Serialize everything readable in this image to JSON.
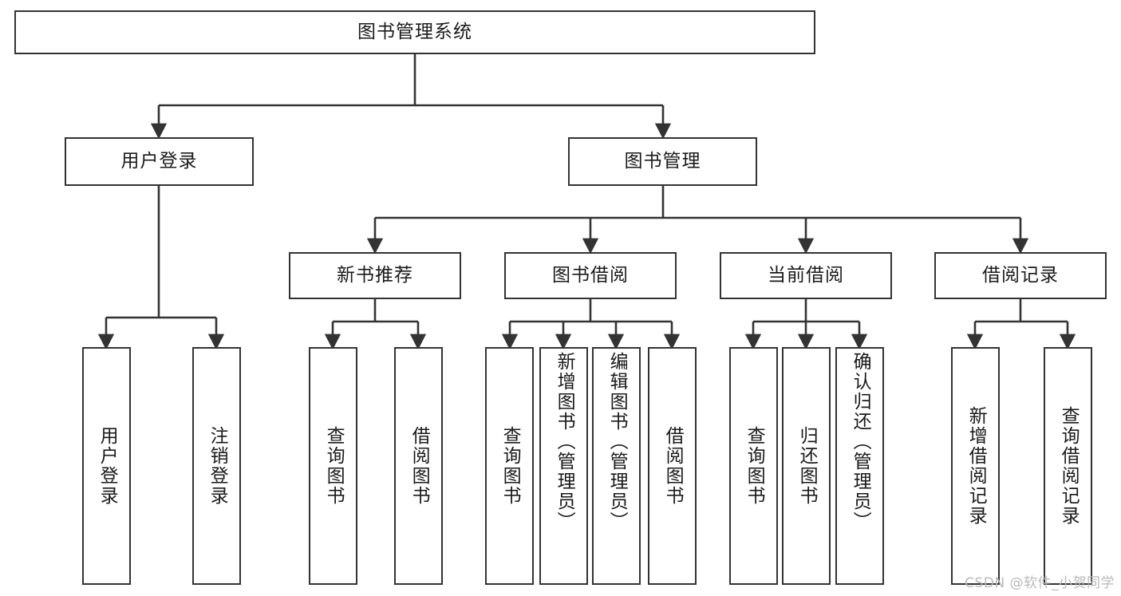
{
  "diagram": {
    "type": "tree-hierarchy",
    "title": "图书管理系统",
    "root": {
      "id": "root",
      "label": "图书管理系统",
      "orientation": "horizontal"
    },
    "level2": [
      {
        "id": "user-login",
        "label": "用户登录",
        "orientation": "horizontal"
      },
      {
        "id": "book-manage",
        "label": "图书管理",
        "orientation": "horizontal"
      }
    ],
    "level3": [
      {
        "id": "new-book-recommend",
        "label": "新书推荐",
        "orientation": "horizontal"
      },
      {
        "id": "book-borrow",
        "label": "图书借阅",
        "orientation": "horizontal"
      },
      {
        "id": "current-borrow",
        "label": "当前借阅",
        "orientation": "horizontal"
      },
      {
        "id": "borrow-record",
        "label": "借阅记录",
        "orientation": "horizontal"
      }
    ],
    "leaves": [
      {
        "id": "leaf-user-login",
        "label": "用户登录",
        "parent": "user-login",
        "orientation": "vertical"
      },
      {
        "id": "leaf-logout-login",
        "label": "注销登录",
        "parent": "user-login",
        "orientation": "vertical"
      },
      {
        "id": "leaf-query-book-1",
        "label": "查询图书",
        "parent": "new-book-recommend",
        "orientation": "vertical"
      },
      {
        "id": "leaf-borrow-book-1",
        "label": "借阅图书",
        "parent": "new-book-recommend",
        "orientation": "vertical"
      },
      {
        "id": "leaf-query-book-2",
        "label": "查询图书",
        "parent": "book-borrow",
        "orientation": "vertical"
      },
      {
        "id": "leaf-add-book",
        "label": "新增图书（管理员）",
        "parent": "book-borrow",
        "orientation": "vertical"
      },
      {
        "id": "leaf-edit-book",
        "label": "编辑图书（管理员）",
        "parent": "book-borrow",
        "orientation": "vertical"
      },
      {
        "id": "leaf-borrow-book-2",
        "label": "借阅图书",
        "parent": "book-borrow",
        "orientation": "vertical"
      },
      {
        "id": "leaf-query-book-3",
        "label": "查询图书",
        "parent": "current-borrow",
        "orientation": "vertical"
      },
      {
        "id": "leaf-return-book",
        "label": "归还图书",
        "parent": "current-borrow",
        "orientation": "vertical"
      },
      {
        "id": "leaf-confirm-return",
        "label": "确认归还（管理员）",
        "parent": "current-borrow",
        "orientation": "vertical"
      },
      {
        "id": "leaf-add-record",
        "label": "新增借阅记录",
        "parent": "borrow-record",
        "orientation": "vertical"
      },
      {
        "id": "leaf-query-record",
        "label": "查询借阅记录",
        "parent": "borrow-record",
        "orientation": "vertical"
      }
    ],
    "colors": {
      "box_border": "#333333",
      "box_fill": "#ffffff",
      "connector": "#333333",
      "text": "#1a1a1a",
      "watermark": "#b9b9b9",
      "background": "#ffffff"
    }
  },
  "watermark": {
    "text": "CSDN @软件_小贺同学"
  }
}
